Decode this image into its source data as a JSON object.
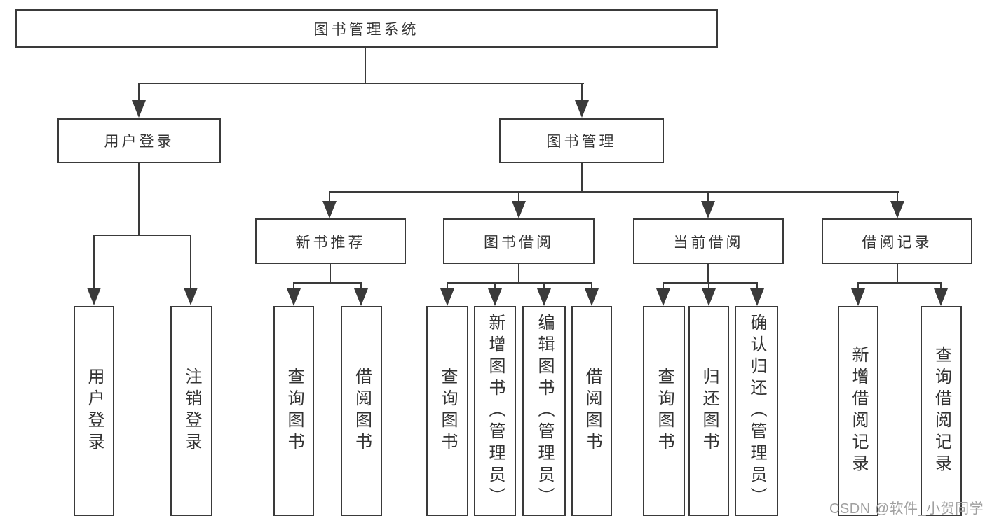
{
  "nodes": {
    "root": "图书管理系统",
    "user_login": "用户登录",
    "book_management": "图书管理",
    "new_book_recommend": "新书推荐",
    "book_borrowing": "图书借阅",
    "current_borrowing": "当前借阅",
    "borrowing_records": "借阅记录"
  },
  "leaves": {
    "login": [
      "用户登录",
      "注销登录"
    ],
    "recommend": [
      "查询图书",
      "借阅图书"
    ],
    "borrowing": [
      "查询图书",
      "新增图书（管理员）",
      "编辑图书（管理员）",
      "借阅图书"
    ],
    "current": [
      "查询图书",
      "归还图书",
      "确认归还（管理员）"
    ],
    "records": [
      "新增借阅记录",
      "查询借阅记录"
    ]
  },
  "watermark": "CSDN @软件_小贺同学",
  "colors": {
    "line": "#3a3a3a",
    "text": "#333333",
    "background": "#ffffff",
    "watermark": "#a0a0a0"
  }
}
